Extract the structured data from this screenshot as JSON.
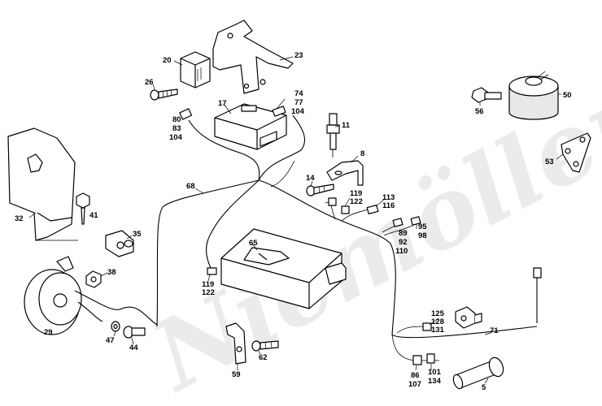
{
  "watermark": "Niemöller",
  "callouts": [
    {
      "id": "c20",
      "lines": [
        "20"
      ]
    },
    {
      "id": "c23",
      "lines": [
        "23"
      ]
    },
    {
      "id": "c26",
      "lines": [
        "26"
      ]
    },
    {
      "id": "c74",
      "lines": [
        "74",
        "77",
        "104"
      ]
    },
    {
      "id": "c17",
      "lines": [
        "17"
      ]
    },
    {
      "id": "c80",
      "lines": [
        "80",
        "83",
        "104"
      ]
    },
    {
      "id": "c11",
      "lines": [
        "11"
      ]
    },
    {
      "id": "c8",
      "lines": [
        "8"
      ]
    },
    {
      "id": "c14",
      "lines": [
        "14"
      ]
    },
    {
      "id": "c119a",
      "lines": [
        "119",
        "122"
      ]
    },
    {
      "id": "c113",
      "lines": [
        "113",
        "116"
      ]
    },
    {
      "id": "c95",
      "lines": [
        "95",
        "98"
      ]
    },
    {
      "id": "c89",
      "lines": [
        "89",
        "92",
        "110"
      ]
    },
    {
      "id": "c68",
      "lines": [
        "68"
      ]
    },
    {
      "id": "c32",
      "lines": [
        "32"
      ]
    },
    {
      "id": "c41",
      "lines": [
        "41"
      ]
    },
    {
      "id": "c35",
      "lines": [
        "35"
      ]
    },
    {
      "id": "c65",
      "lines": [
        "65"
      ]
    },
    {
      "id": "c38",
      "lines": [
        "38"
      ]
    },
    {
      "id": "c119b",
      "lines": [
        "119",
        "122"
      ]
    },
    {
      "id": "c29",
      "lines": [
        "29"
      ]
    },
    {
      "id": "c47",
      "lines": [
        "47"
      ]
    },
    {
      "id": "c44",
      "lines": [
        "44"
      ]
    },
    {
      "id": "c62",
      "lines": [
        "62"
      ]
    },
    {
      "id": "c59",
      "lines": [
        "59"
      ]
    },
    {
      "id": "c125",
      "lines": [
        "125",
        "128",
        "131"
      ]
    },
    {
      "id": "c71",
      "lines": [
        "71"
      ]
    },
    {
      "id": "c86",
      "lines": [
        "86",
        "107"
      ]
    },
    {
      "id": "c101",
      "lines": [
        "101",
        "134"
      ]
    },
    {
      "id": "c5",
      "lines": [
        "5"
      ]
    },
    {
      "id": "c50",
      "lines": [
        "50"
      ]
    },
    {
      "id": "c56",
      "lines": [
        "56"
      ]
    },
    {
      "id": "c53",
      "lines": [
        "53"
      ]
    }
  ]
}
